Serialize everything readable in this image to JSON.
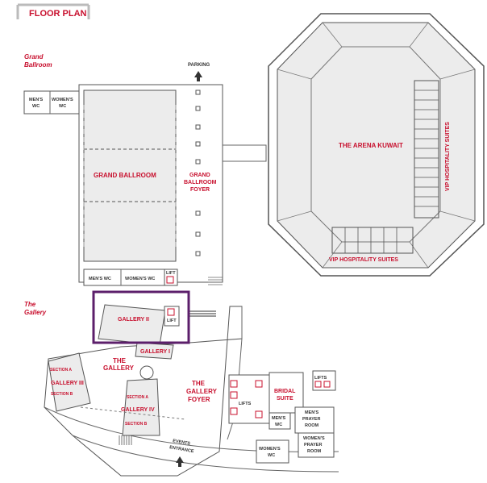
{
  "header": {
    "title": "FLOOR PLAN"
  },
  "areas": {
    "grand_ballroom_heading": [
      "Grand",
      "Ballroom"
    ],
    "gallery_heading": [
      "The",
      "Gallery"
    ]
  },
  "labels": {
    "parking": "PARKING",
    "grand_ballroom": "GRAND BALLROOM",
    "grand_ballroom_foyer": [
      "GRAND",
      "BALLROOM",
      "FOYER"
    ],
    "arena": "THE ARENA KUWAIT",
    "vip_side": "VIP HOSPITALITY SUITES",
    "vip_bottom": "VIP HOSPITALITY SUITES",
    "mens_wc_top": [
      "MEN'S",
      "WC"
    ],
    "womens_wc_top": [
      "WOMEN'S",
      "WC"
    ],
    "mens_wc_bottom": "MEN'S WC",
    "womens_wc_bottom": "WOMEN'S WC",
    "lift_1": "LIFT",
    "lift_2": "LIFT",
    "gallery_ii": "GALLERY II",
    "gallery_i": "GALLERY I",
    "the_gallery": [
      "THE",
      "GALLERY"
    ],
    "section_a_1": "SECTION A",
    "gallery_iii": "GALLERY III",
    "section_b_1": "SECTION B",
    "section_a_2": "SECTION A",
    "gallery_iv": "GALLERY IV",
    "section_b_2": "SECTION B",
    "gallery_foyer": [
      "THE",
      "GALLERY",
      "FOYER"
    ],
    "lifts_1": "LIFTS",
    "lifts_2": "LIFTS",
    "bridal_suite": [
      "BRIDAL",
      "SUITE"
    ],
    "mens_wc_gallery": [
      "MEN'S",
      "WC"
    ],
    "mens_prayer": [
      "MEN'S",
      "PRAYER",
      "ROOM"
    ],
    "womens_prayer": [
      "WOMEN'S",
      "PRAYER",
      "ROOM"
    ],
    "womens_wc_gallery": [
      "WOMEN'S",
      "WC"
    ],
    "events_entrance": [
      "EVENTS",
      "ENTRANCE"
    ]
  },
  "colors": {
    "accent": "#c8102e",
    "highlight": "#5c1f6b",
    "room_fill": "#ececec",
    "wall": "#555555"
  },
  "icons": [
    "parking-arrow-icon",
    "entrance-arrow-icon"
  ]
}
